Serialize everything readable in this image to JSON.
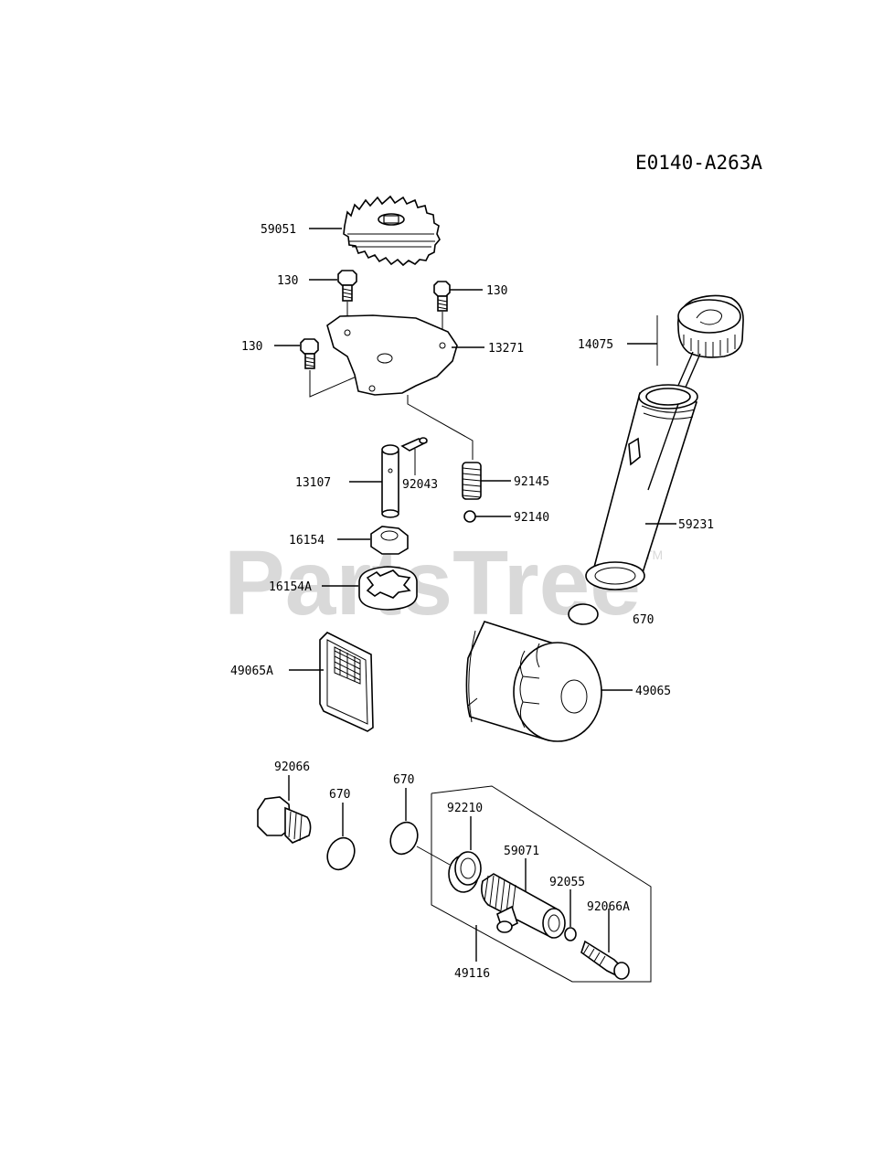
{
  "diagram_code": "E0140-A263A",
  "watermark": {
    "text": "PartsTree",
    "tm": "TM"
  },
  "labels": {
    "l59051": "59051",
    "l130a": "130",
    "l130b": "130",
    "l130c": "130",
    "l13271": "13271",
    "l14075": "14075",
    "l13107": "13107",
    "l92043": "92043",
    "l92145": "92145",
    "l92140": "92140",
    "l16154": "16154",
    "l16154A": "16154A",
    "l59231": "59231",
    "l670a": "670",
    "l49065A": "49065A",
    "l49065": "49065",
    "l92066": "92066",
    "l670b": "670",
    "l670c": "670",
    "l92210": "92210",
    "l59071": "59071",
    "l92055": "92055",
    "l92066A": "92066A",
    "l49116": "49116"
  }
}
